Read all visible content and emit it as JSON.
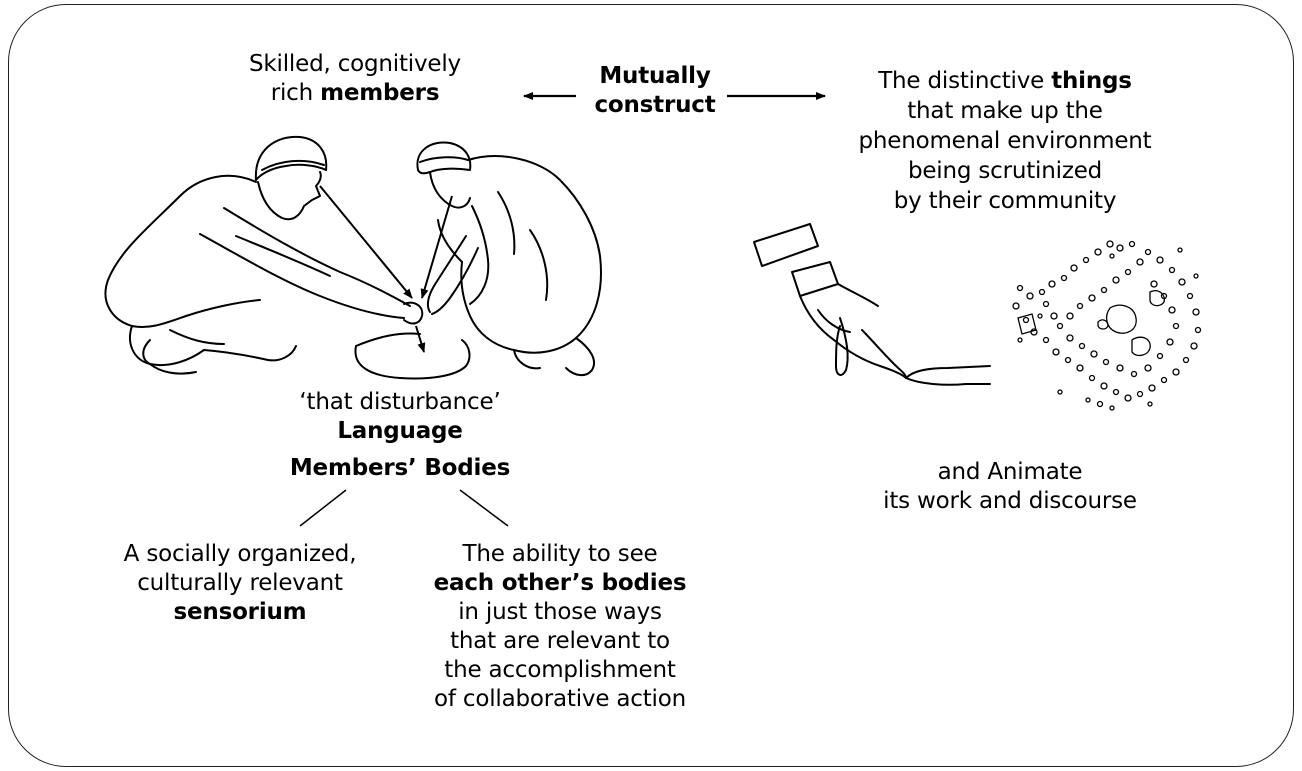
{
  "members_top": {
    "line1": "Skilled, cognitively",
    "line2_pre": "rich ",
    "line2_bold": "members"
  },
  "mutually": {
    "line1": "Mutually",
    "line2": "construct"
  },
  "things": {
    "line1_pre": "The distinctive ",
    "line1_bold": "things",
    "line2": "that make up the",
    "line3": "phenomenal environment",
    "line4": "being scrutinized",
    "line5": "by their community"
  },
  "language": {
    "quote": "‘that disturbance’",
    "label": "Language"
  },
  "animate": {
    "line1": "and Animate",
    "line2": "its work and discourse"
  },
  "bodies": {
    "label": "Members’ Bodies"
  },
  "sensorium": {
    "line1": "A socially organized,",
    "line2": "culturally relevant",
    "line3": "sensorium"
  },
  "ability": {
    "line1": "The ability to see",
    "line2": "each other’s bodies",
    "line3": "in just those ways",
    "line4": "that are relevant to",
    "line5": "the accomplishment",
    "line6": "of collaborative action"
  },
  "icons": [
    "crouching-people-illustration",
    "pointing-hand-illustration",
    "soil-map-illustration",
    "double-arrow-icon"
  ],
  "colors": {
    "ink": "#000000",
    "background": "#ffffff"
  }
}
